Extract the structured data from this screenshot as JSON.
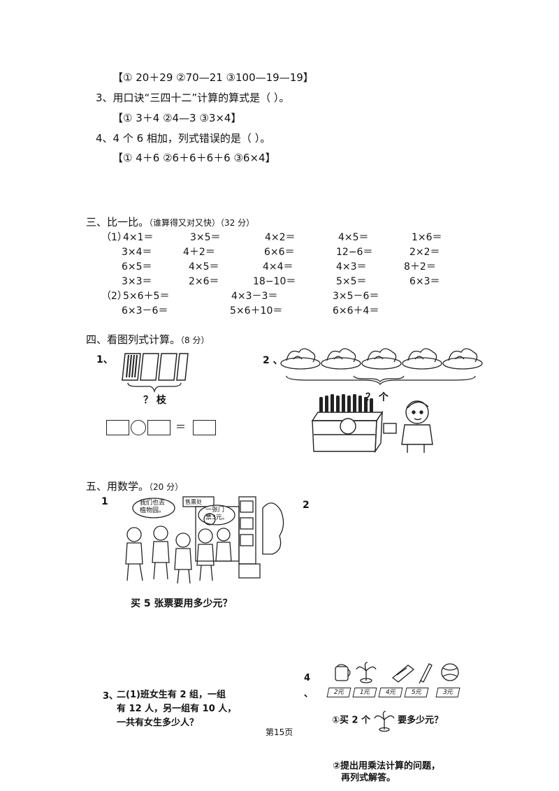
{
  "choices": {
    "q2_options": "【① 20＋29  ②70—21  ③100—19—19】",
    "q3_stem": "3、用口诀“三四十二”计算的算式是（    ）。",
    "q3_options": "【① 3＋4  ②4—3  ③3×4】",
    "q4_stem": "4、4 个 6 相加，列式错误的是（    ）。",
    "q4_options": "【① 4＋6  ②6＋6＋6＋6  ③6×4】"
  },
  "section3": {
    "title": "三、比一比。",
    "note": "（谁算得又对又快）（32 分）",
    "part1_label": "（1）",
    "part2_label": "（2）",
    "rows": [
      [
        "4×1＝",
        "3×5＝",
        "4×2＝",
        "4×5＝",
        "1×6＝"
      ],
      [
        "3×4＝",
        "4＋2＝",
        "6×6＝",
        "12−6＝",
        "2×2＝"
      ],
      [
        "6×5＝",
        "4×5＝",
        "4×4＝",
        "4×3＝",
        "8＋2＝"
      ],
      [
        "3×3＝",
        "2×6＝",
        "18−10＝",
        "5×5＝",
        "6×3＝"
      ]
    ],
    "part2_rows": [
      [
        "5×6＋5＝",
        "4×3－3＝",
        "3×5－6＝"
      ],
      [
        "6×3－6＝",
        "5×6＋10＝",
        "6×6＋4＝"
      ]
    ]
  },
  "section4": {
    "title": "四、看图列式计算。",
    "note": "（8 分）",
    "p1_label": "1、",
    "p1_question": "？ 枝",
    "equals": "＝",
    "p2_label": "2 、",
    "p2_question": "？ 个"
  },
  "section5": {
    "title": "五、用数学。",
    "note": "（20 分）",
    "p1_label": "1",
    "bubble1": "我们也去植物园。",
    "bubble2": "一张门票3元。",
    "booth_sign": "售票处",
    "p1_question": "买 5 张票要用多少元？",
    "p2_label": "2",
    "p3_label": "3、",
    "p3_text": [
      "二(1)班女生有 2 组，一组",
      "有 12 人，另一组有 10 人，",
      "一共有女生多少人？"
    ],
    "p4_label_top": "4",
    "p4_label_bottom": "、",
    "prices": [
      "2元",
      "1元",
      "4元",
      "5元",
      "3元"
    ],
    "p4_q1_prefix": "①买 2 个",
    "p4_q1_suffix": "要多少元？",
    "p4_q2": [
      "②提出用乘法计算的问题，",
      "再列式解答。"
    ]
  },
  "footer": {
    "page": "第15页"
  }
}
